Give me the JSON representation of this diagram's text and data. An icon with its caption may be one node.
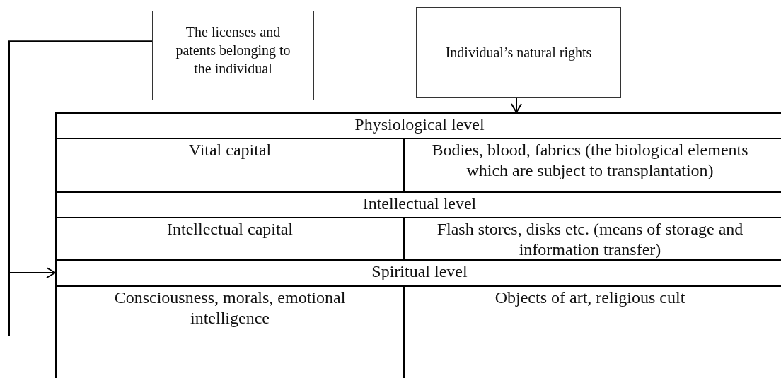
{
  "diagram": {
    "nodes": [
      {
        "text": [
          "The licenses and patents belonging to the individual"
        ]
      },
      {
        "text": [
          "Individual’s natural rights"
        ]
      },
      {
        "text": [],
        "shape": "box"
      },
      {
        "text": [
          "Physiological level"
        ],
        "in": 2
      },
      {
        "text": [
          "Vital capital"
        ],
        "in": 2
      },
      {
        "text": [
          "Bodies, blood, fabrics (the biological elements which are subject to transplantation)"
        ],
        "in": 2
      },
      {
        "text": [
          "Intellectual level"
        ],
        "in": 2
      },
      {
        "text": [
          "Intellectual capital"
        ],
        "in": 2
      },
      {
        "text": [
          "Flash stores, disks etc. (means of storage and information transfer)"
        ],
        "in": 2
      },
      {
        "text": [
          "Spiritual level"
        ],
        "in": 2
      },
      {
        "text": [
          "Consciousness, morals, emotional intelligence"
        ],
        "in": 2
      },
      {
        "text": [
          "Objects of art, religious cult"
        ],
        "in": 2
      }
    ],
    "edges": [
      {
        "from": 0,
        "to": 2,
        "arrow": "to"
      },
      {
        "from": 1,
        "to": 2,
        "arrow": "to"
      }
    ]
  }
}
